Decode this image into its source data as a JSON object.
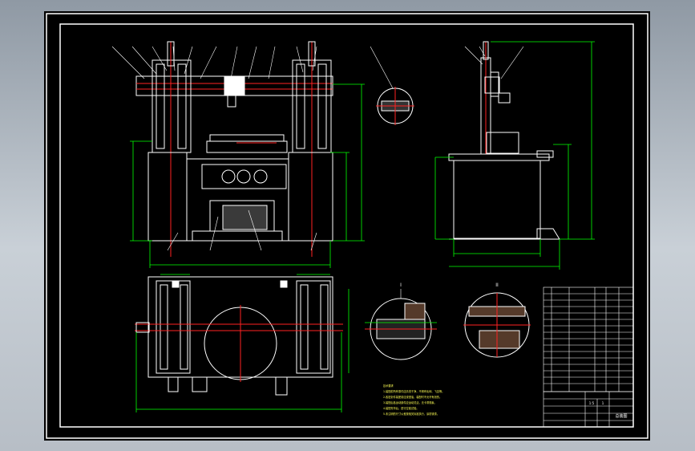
{
  "drawing": {
    "background_color": "#000000",
    "frame_color": "#ffffff",
    "dimension_color": "#00ff00",
    "centerline_color": "#ff2020",
    "body_color": "#ffffff",
    "detail_a_label": "I",
    "detail_b_label": "II"
  },
  "tech_notes": {
    "heading": "技术要求",
    "lines": [
      "1.装配前所有零件应清洗干净，不得有毛刺、飞边等。",
      "2.各密封件装配前应浸透油，装配时不允许有划伤。",
      "3.装配后各运动部件应运动灵活，无卡滞现象。",
      "4.装配完毕后，进行空载试验。",
      "5.未注明的尺寸公差按相关标准执行，涂防锈漆。"
    ]
  },
  "title_block": {
    "drawing_name": "总装图",
    "scale_value": "1:5",
    "sheet_value": "1"
  }
}
